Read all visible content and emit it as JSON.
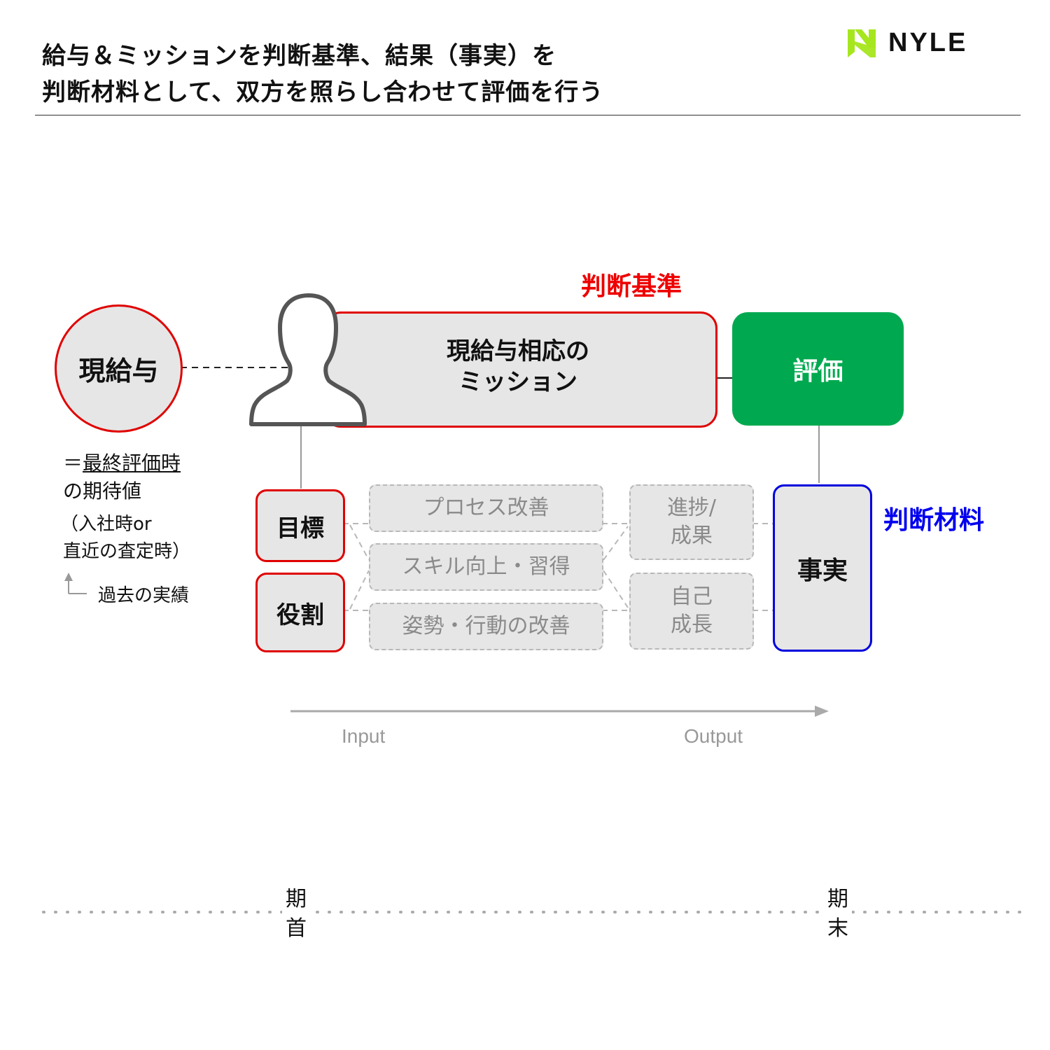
{
  "header": {
    "title_line1": "給与＆ミッションを判断基準、結果（事実）を",
    "title_line2": "判断材料として、双方を照らし合わせて評価を行う",
    "logo_text": "NYLE",
    "logo_color": "#a6e61e"
  },
  "labels": {
    "criteria": "判断基準",
    "material": "判断材料"
  },
  "salary": {
    "label": "現給与",
    "note_prefix": "＝",
    "note_underlined": "最終評価時",
    "note_line2": "の期待値",
    "note_line3": "（入社時or",
    "note_line4": "直近の査定時）",
    "past_label": "過去の実績"
  },
  "mission": {
    "line1": "現給与相応の",
    "line2": "ミッション"
  },
  "evaluation": {
    "label": "評価"
  },
  "inputs": [
    {
      "label": "目標"
    },
    {
      "label": "役割"
    }
  ],
  "processes": [
    {
      "label": "プロセス改善"
    },
    {
      "label": "スキル向上・習得"
    },
    {
      "label": "姿勢・行動の改善"
    }
  ],
  "outputs": [
    {
      "line1": "進捗/",
      "line2": "成果"
    },
    {
      "line1": "自己",
      "line2": "成長"
    }
  ],
  "facts": {
    "label": "事実"
  },
  "axis": {
    "input_label": "Input",
    "output_label": "Output"
  },
  "timeline": {
    "start": {
      "line1": "期",
      "line2": "首"
    },
    "end": {
      "line1": "期",
      "line2": "末"
    }
  },
  "colors": {
    "criteria_red": "#ee0000",
    "material_blue": "#0000ee",
    "evaluation_green": "#00a94f",
    "box_gray": "#e6e6e6"
  }
}
